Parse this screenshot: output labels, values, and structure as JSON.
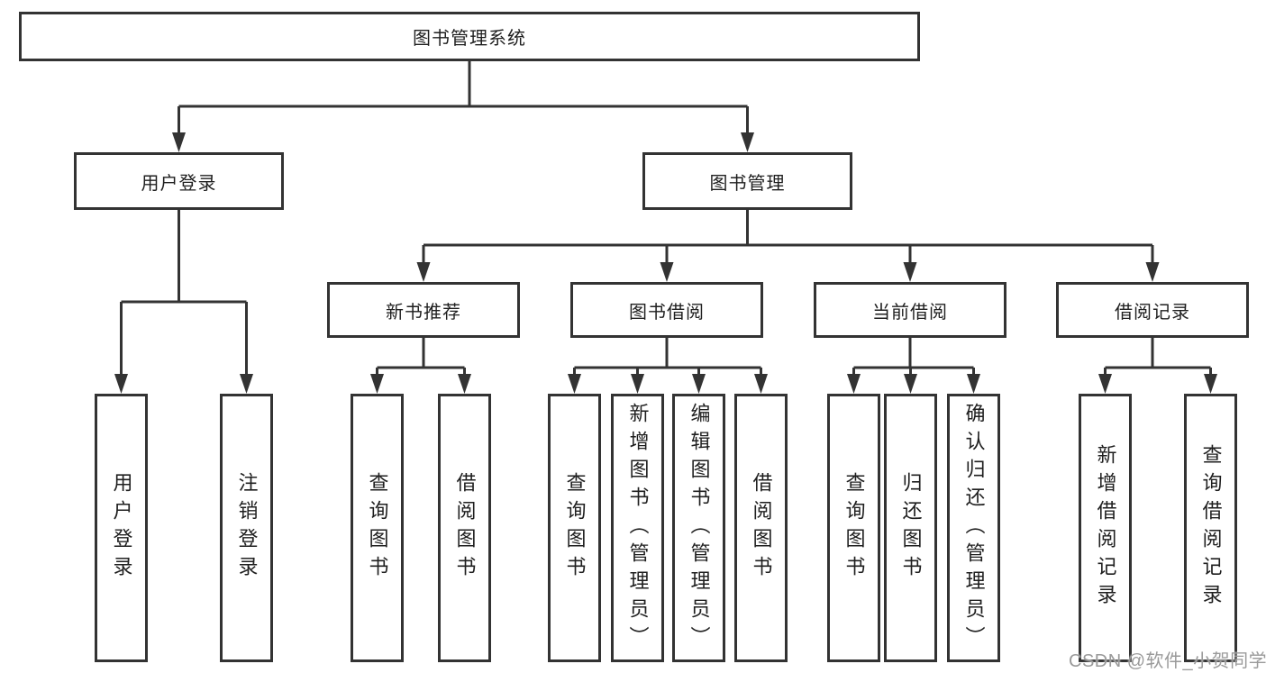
{
  "diagram": {
    "root": {
      "label": "图书管理系统"
    },
    "branches": [
      {
        "label": "用户登录",
        "children": [
          {
            "label": "用户登录"
          },
          {
            "label": "注销登录"
          }
        ]
      },
      {
        "label": "图书管理",
        "children": [
          {
            "label": "新书推荐",
            "children": [
              {
                "label": "查询图书"
              },
              {
                "label": "借阅图书"
              }
            ]
          },
          {
            "label": "图书借阅",
            "children": [
              {
                "label": "查询图书"
              },
              {
                "label": "新增图书（管理员）"
              },
              {
                "label": "编辑图书（管理员）"
              },
              {
                "label": "借阅图书"
              }
            ]
          },
          {
            "label": "当前借阅",
            "children": [
              {
                "label": "查询图书"
              },
              {
                "label": "归还图书"
              },
              {
                "label": "确认归还（管理员）"
              }
            ]
          },
          {
            "label": "借阅记录",
            "children": [
              {
                "label": "新增借阅记录"
              },
              {
                "label": "查询借阅记录"
              }
            ]
          }
        ]
      }
    ]
  },
  "watermark": {
    "text": "CSDN @软件_小贺同学"
  },
  "colors": {
    "line": "#333333",
    "text": "#1f1f1f",
    "watermark": "#9a9a9a",
    "background": "#ffffff"
  }
}
